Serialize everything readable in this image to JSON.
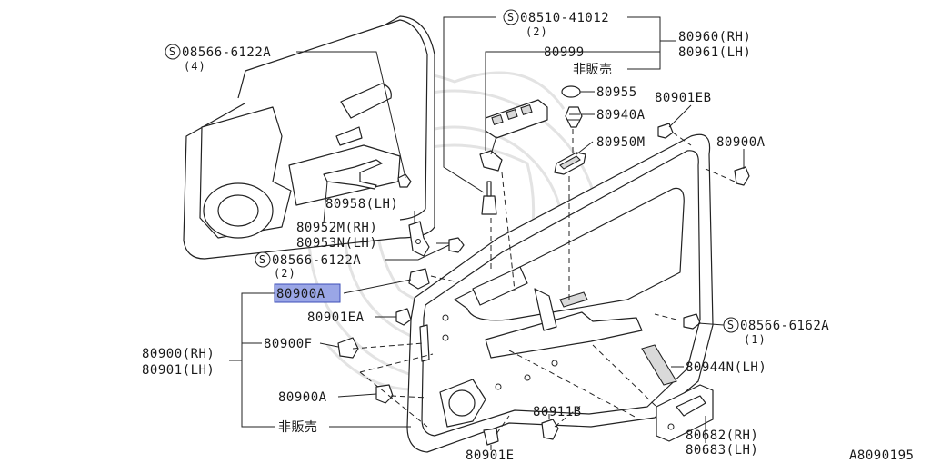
{
  "diagram_id": "A8090195",
  "highlight_color": "#9aa6e6",
  "labels": {
    "screw_top": "08566-6122A",
    "screw_top_qty": "(4)",
    "screw_mid": "08510-41012",
    "screw_mid_qty": "(2)",
    "rh_80960": "80960(RH)",
    "lh_80961": "80961(LH)",
    "p80999": "80999",
    "not_for_sale_top": "非販売",
    "p80955": "80955",
    "p80901EB": "80901EB",
    "p80940A": "80940A",
    "p80950M": "80950M",
    "p80900A_right": "80900A",
    "p80958": "80958(LH)",
    "p80952M": "80952M(RH)",
    "p80953N": "80953N(LH)",
    "screw_left": "08566-6122A",
    "screw_left_qty": "(2)",
    "p80900AA": "80900A",
    "p80901EA": "80901EA",
    "p80900F": "80900F",
    "rh_80900": "80900(RH)",
    "lh_80901": "80901(LH)",
    "p80900A_left": "80900A",
    "not_for_sale_bottom": "非販売",
    "p80911B": "80911B",
    "p80901E": "80901E",
    "screw_right": "08566-6162A",
    "screw_right_qty": "(1)",
    "p80944N": "80944N(LH)",
    "rh_80682": "80682(RH)",
    "lh_80683": "80683(LH)",
    "s_symbol": "S"
  }
}
